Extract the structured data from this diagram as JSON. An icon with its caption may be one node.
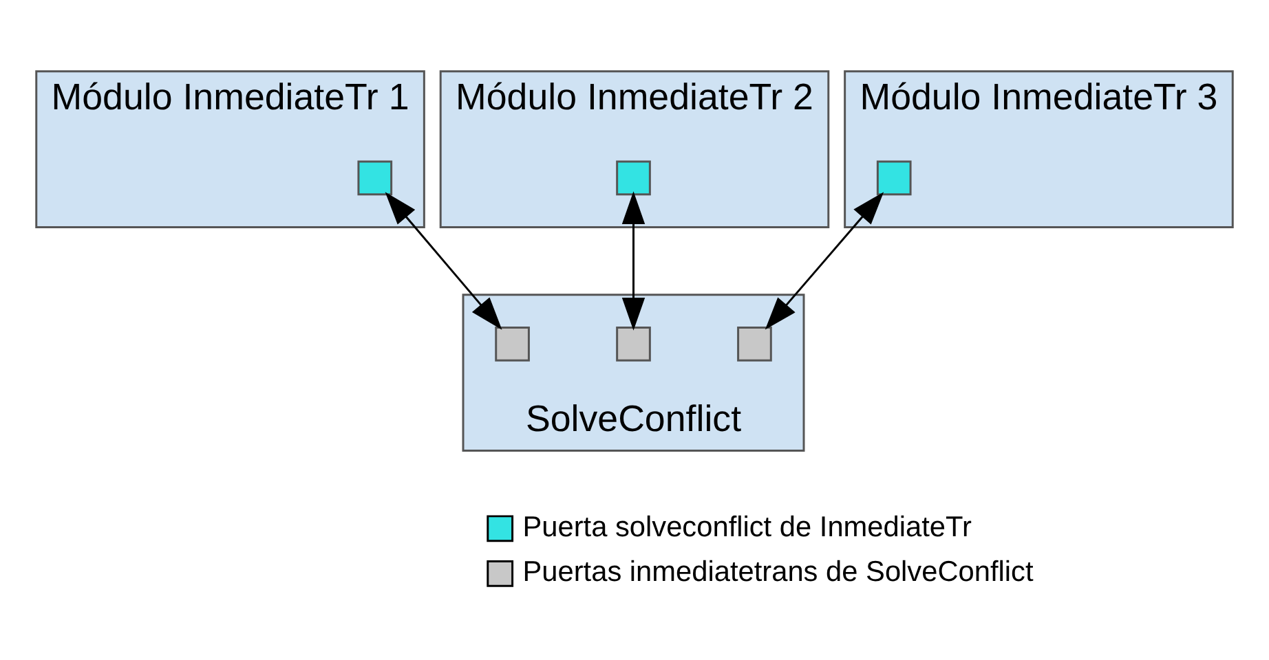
{
  "diagram": {
    "nodes": [
      {
        "text": [
          "Módulo InmediateTr 2"
        ]
      },
      {
        "text": [],
        "shape": "box",
        "in": 0
      },
      {
        "text": [
          "Módulo InmediateTr 1"
        ]
      },
      {
        "text": [],
        "shape": "box",
        "in": 2
      },
      {
        "text": [
          "Módulo InmediateTr 3"
        ]
      },
      {
        "text": [],
        "shape": "box",
        "in": 4
      },
      {
        "text": [
          "SolveConflict"
        ]
      },
      {
        "text": [],
        "shape": "box",
        "in": 6
      },
      {
        "text": [],
        "shape": "box",
        "in": 6
      },
      {
        "text": [],
        "shape": "box",
        "in": 6
      }
    ],
    "edges": [
      {
        "from": 3,
        "to": 7,
        "arrow": "both"
      },
      {
        "from": 1,
        "to": 8,
        "arrow": "both"
      },
      {
        "from": 5,
        "to": 9,
        "arrow": "both"
      }
    ],
    "legend": [
      {
        "text": "Puerta solveconflict de InmediateTr",
        "color": "#33e3e3"
      },
      {
        "text": "Puertas inmediatetrans de SolveConflict",
        "color": "#c8c8c8"
      }
    ]
  }
}
